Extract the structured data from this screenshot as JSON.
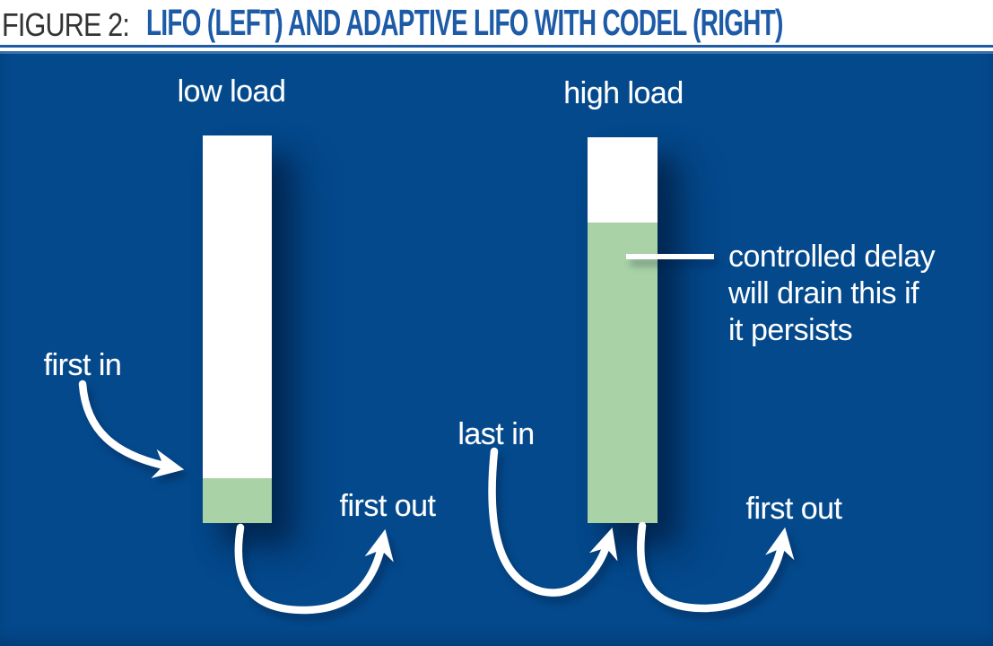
{
  "header": {
    "figure_label": "FIGURE 2:",
    "title": "LIFO (LEFT) AND ADAPTIVE LIFO WITH CODEL (RIGHT)"
  },
  "diagram": {
    "left_queue": {
      "heading": "low load",
      "first_in_label": "first in",
      "first_out_label": "first out"
    },
    "right_queue": {
      "heading": "high load",
      "last_in_label": "last in",
      "first_out_label": "first out",
      "callout_lines": [
        "controlled delay",
        "will drain this if",
        "it persists"
      ]
    }
  },
  "colors": {
    "panel_blue": "#04498c",
    "queue_green": "#a9d2a6",
    "queue_fill_white": "#ffffff",
    "title_blue": "#1d5ba7",
    "figure_label_gray": "#333333",
    "label_white": "#ffffff"
  }
}
